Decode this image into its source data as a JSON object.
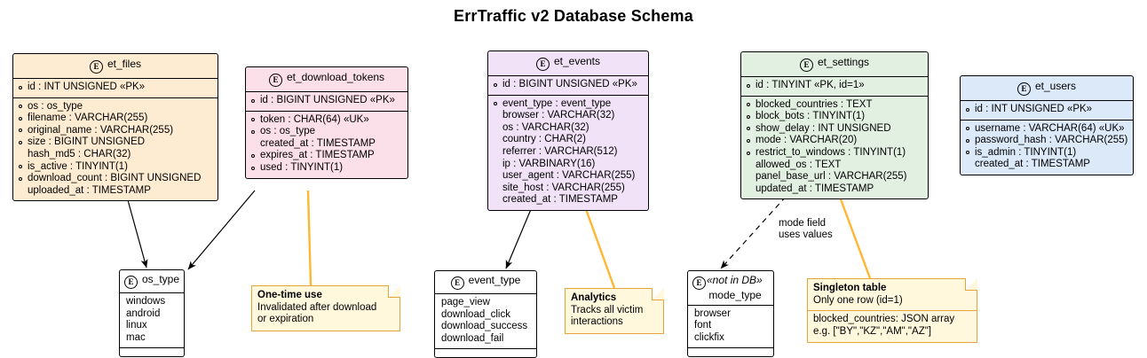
{
  "title": "ErrTraffic v2 Database Schema",
  "colors": {
    "et_files": "#fdecd2",
    "et_download_tokens": "#fbdfe9",
    "et_events": "#f1e2f7",
    "et_settings": "#e2f0e2",
    "et_users": "#dbe9f9",
    "enum": "#ffffff",
    "note_bg": "#fff8dc",
    "note_border": "#e8a33d",
    "note_link": "#ffb732",
    "edge": "#000000"
  },
  "entities": [
    {
      "name": "et_files",
      "icon": "entity-circle-icon",
      "stereotype": "",
      "pk": [
        "id : INT UNSIGNED «PK»"
      ],
      "attrs": [
        {
          "text": "os : os_type",
          "dot": true
        },
        {
          "text": "filename : VARCHAR(255)",
          "dot": true
        },
        {
          "text": "original_name : VARCHAR(255)",
          "dot": true
        },
        {
          "text": "size : BIGINT UNSIGNED",
          "dot": true
        },
        {
          "text": "hash_md5 : CHAR(32)",
          "dot": false
        },
        {
          "text": "is_active : TINYINT(1)",
          "dot": true
        },
        {
          "text": "download_count : BIGINT UNSIGNED",
          "dot": true
        },
        {
          "text": "uploaded_at : TIMESTAMP",
          "dot": false
        }
      ]
    },
    {
      "name": "et_download_tokens",
      "icon": "entity-circle-icon",
      "stereotype": "",
      "pk": [
        "id : BIGINT UNSIGNED «PK»"
      ],
      "attrs": [
        {
          "text": "token : CHAR(64) «UK»",
          "dot": true
        },
        {
          "text": "os : os_type",
          "dot": true
        },
        {
          "text": "created_at : TIMESTAMP",
          "dot": false
        },
        {
          "text": "expires_at : TIMESTAMP",
          "dot": true
        },
        {
          "text": "used : TINYINT(1)",
          "dot": true
        }
      ]
    },
    {
      "name": "et_events",
      "icon": "entity-circle-icon",
      "stereotype": "",
      "pk": [
        "id : BIGINT UNSIGNED «PK»"
      ],
      "attrs": [
        {
          "text": "event_type : event_type",
          "dot": true
        },
        {
          "text": "browser : VARCHAR(32)",
          "dot": false
        },
        {
          "text": "os : VARCHAR(32)",
          "dot": false
        },
        {
          "text": "country : CHAR(2)",
          "dot": false
        },
        {
          "text": "referrer : VARCHAR(512)",
          "dot": false
        },
        {
          "text": "ip : VARBINARY(16)",
          "dot": false
        },
        {
          "text": "user_agent : VARCHAR(255)",
          "dot": false
        },
        {
          "text": "site_host : VARCHAR(255)",
          "dot": false
        },
        {
          "text": "created_at : TIMESTAMP",
          "dot": false
        }
      ]
    },
    {
      "name": "et_settings",
      "icon": "entity-circle-icon",
      "stereotype": "",
      "pk": [
        "id : TINYINT «PK, id=1»"
      ],
      "attrs": [
        {
          "text": "blocked_countries : TEXT",
          "dot": true
        },
        {
          "text": "block_bots : TINYINT(1)",
          "dot": true
        },
        {
          "text": "show_delay : INT UNSIGNED",
          "dot": true
        },
        {
          "text": "mode : VARCHAR(20)",
          "dot": true
        },
        {
          "text": "restrict_to_windows : TINYINT(1)",
          "dot": true
        },
        {
          "text": "allowed_os : TEXT",
          "dot": false
        },
        {
          "text": "panel_base_url : VARCHAR(255)",
          "dot": false
        },
        {
          "text": "updated_at : TIMESTAMP",
          "dot": false
        }
      ]
    },
    {
      "name": "et_users",
      "icon": "entity-circle-icon",
      "stereotype": "",
      "pk": [
        "id : INT UNSIGNED «PK»"
      ],
      "attrs": [
        {
          "text": "username : VARCHAR(64) «UK»",
          "dot": true
        },
        {
          "text": "password_hash : VARCHAR(255)",
          "dot": true
        },
        {
          "text": "is_admin : TINYINT(1)",
          "dot": true
        },
        {
          "text": "created_at : TIMESTAMP",
          "dot": false
        }
      ]
    }
  ],
  "enums": [
    {
      "name": "os_type",
      "icon": "entity-circle-icon",
      "stereotype": "",
      "values": [
        "windows",
        "android",
        "linux",
        "mac"
      ]
    },
    {
      "name": "event_type",
      "icon": "entity-circle-icon",
      "stereotype": "",
      "values": [
        "page_view",
        "download_click",
        "download_success",
        "download_fail"
      ]
    },
    {
      "name": "mode_type",
      "icon": "entity-circle-icon",
      "stereotype": "«not in DB»",
      "values": [
        "browser",
        "font",
        "clickfix"
      ]
    }
  ],
  "notes": [
    {
      "title": "One-time use",
      "lines": [
        "Invalidated after download",
        "or expiration"
      ],
      "extra": []
    },
    {
      "title": "Analytics",
      "lines": [
        "Tracks all victim",
        "interactions"
      ],
      "extra": []
    },
    {
      "title": "Singleton table",
      "lines": [
        "Only one row (id=1)"
      ],
      "extra": [
        "blocked_countries: JSON array",
        "e.g. [\"BY\",\"KZ\",\"AM\",\"AZ\"]"
      ]
    }
  ],
  "edge_labels": [
    {
      "lines": [
        "mode field",
        "uses values"
      ]
    }
  ]
}
